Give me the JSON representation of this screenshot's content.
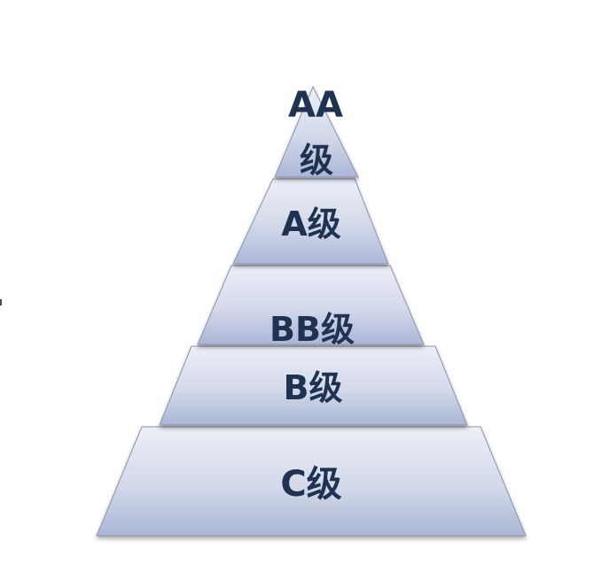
{
  "pyramid": {
    "tiers": [
      {
        "lines": [
          "AA",
          "级"
        ]
      },
      {
        "lines": [
          "A级"
        ]
      },
      {
        "lines": [
          "BB级"
        ]
      },
      {
        "lines": [
          "B级"
        ]
      },
      {
        "lines": [
          "C级"
        ]
      }
    ],
    "colors": {
      "fill_light": "#eceff7",
      "fill_dark": "#aab6d6",
      "outline": "#8a94ad",
      "text": "#1f3252"
    }
  }
}
